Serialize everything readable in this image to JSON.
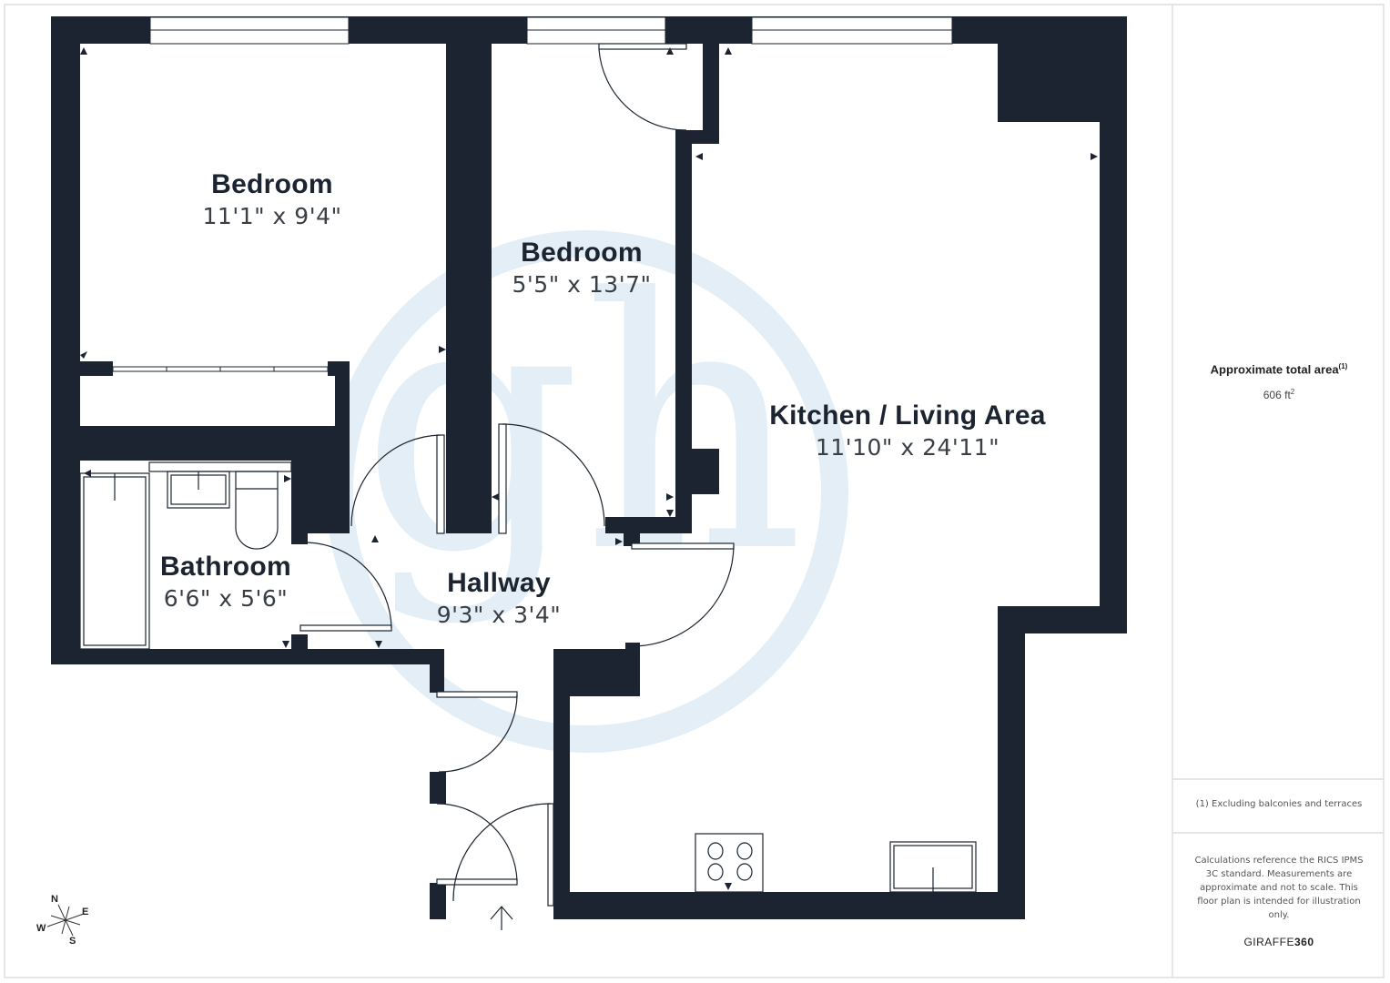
{
  "floorplan": {
    "rooms": [
      {
        "id": "bedroom-1",
        "name": "Bedroom",
        "dimensions": "11'1\" x 9'4\""
      },
      {
        "id": "bedroom-2",
        "name": "Bedroom",
        "dimensions": "5'5\" x 13'7\""
      },
      {
        "id": "kitchen-living",
        "name": "Kitchen / Living Area",
        "dimensions": "11'10\" x 24'11\""
      },
      {
        "id": "bathroom",
        "name": "Bathroom",
        "dimensions": "6'6\" x 5'6\""
      },
      {
        "id": "hallway",
        "name": "Hallway",
        "dimensions": "9'3\" x 3'4\""
      }
    ],
    "compass": {
      "n": "N",
      "e": "E",
      "s": "S",
      "w": "W"
    },
    "entrance_icon": "arrow-up-icon",
    "colors": {
      "wall": "#1b2430",
      "watermark": "#e3eef6",
      "text": "#1b2430",
      "dim_text": "#3a3f46"
    }
  },
  "sidebar": {
    "area_title": "Approximate total area",
    "area_title_note": "(1)",
    "area_value": "606 ft",
    "area_unit_sup": "2",
    "footnote": "(1) Excluding balconies and terraces",
    "disclaimer": "Calculations reference the RICS IPMS 3C standard. Measurements are approximate and not to scale. This floor plan is intended for illustration only.",
    "brand_light": "GIRAFFE",
    "brand_bold": "360"
  },
  "watermark": {
    "text": "gh"
  }
}
